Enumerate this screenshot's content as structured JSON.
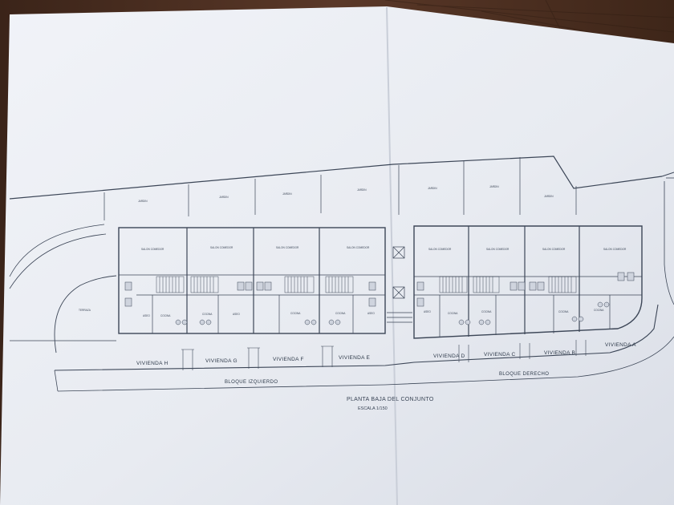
{
  "plan": {
    "title": "PLANTA BAJA DEL CONJUNTO",
    "scale": "ESCALA 1/150",
    "blocks": {
      "left": "BLOQUE IZQUIERDO",
      "right": "BLOQUE DERECHO"
    },
    "units": [
      "VIVIENDA H",
      "VIVIENDA G",
      "VIVIENDA F",
      "VIVIENDA E",
      "VIVIENDA D",
      "VIVIENDA C",
      "VIVIENDA B",
      "VIVIENDA A"
    ],
    "room_labels": {
      "jardin": "JARDIN",
      "salon": "SALON COMEDOR",
      "cocina": "COCINA",
      "aseo": "ASEO",
      "terraza": "TERRAZA"
    }
  },
  "colors": {
    "background": "#4a2e22",
    "paper": "#e9ecf2",
    "ink": "#3c4657"
  }
}
